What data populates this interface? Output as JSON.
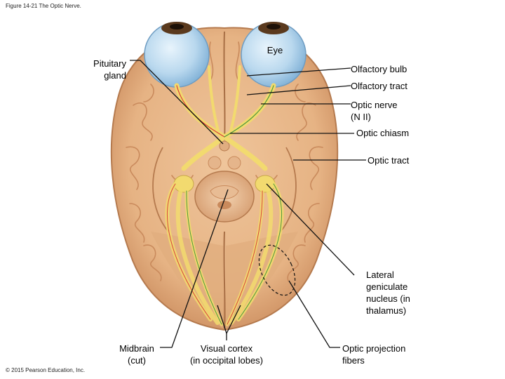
{
  "caption": "Figure 14-21 The Optic Nerve.",
  "copyright": "© 2015 Pearson Education, Inc.",
  "labels": {
    "eye": "Eye",
    "pituitary": "Pituitary\ngland",
    "olfactory_bulb": "Olfactory bulb",
    "olfactory_tract": "Olfactory tract",
    "optic_nerve": "Optic nerve\n(N II)",
    "optic_chiasm": "Optic chiasm",
    "optic_tract": "Optic tract",
    "lgn": "Lateral\ngeniculate\nnucleus (in\nthalamus)",
    "midbrain": "Midbrain\n(cut)",
    "visual_cortex": "Visual cortex\n(in occipital lobes)",
    "projection": "Optic projection\nfibers"
  },
  "colors": {
    "brain": "#e9b789",
    "brain_shade": "#c98a5c",
    "brain_dark": "#b57a4e",
    "eyeball": "#b9d8ee",
    "iris": "#5b3a1e",
    "nerve": "#f2da6f",
    "fiber_red": "#d9443b",
    "fiber_green": "#4f9a3a",
    "leader": "#111111"
  }
}
